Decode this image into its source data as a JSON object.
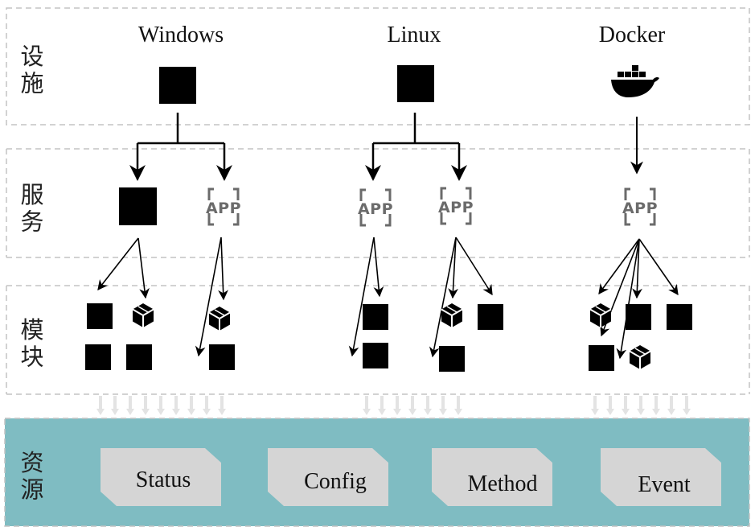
{
  "layers": [
    {
      "label": "设施"
    },
    {
      "label": "服务"
    },
    {
      "label": "模块"
    },
    {
      "label": "资源"
    }
  ],
  "platforms": [
    {
      "title": "Windows"
    },
    {
      "title": "Linux"
    },
    {
      "title": "Docker"
    }
  ],
  "app_icon_text": "APP",
  "resources": [
    {
      "label": "Status"
    },
    {
      "label": "Config"
    },
    {
      "label": "Method"
    },
    {
      "label": "Event"
    }
  ],
  "colors": {
    "resource_band": "#7fbcc2",
    "resource_card": "#d5d5d5",
    "dash": "#bfbfbf",
    "block": "#000000",
    "app_icon": "#6b6b6b",
    "docker": "#000000"
  },
  "icons": {
    "infrastructure": [
      "black-square-icon",
      "black-square-icon",
      "docker-whale-icon"
    ],
    "service": [
      "black-square-icon",
      "app-icon",
      "app-icon",
      "app-icon",
      "app-icon"
    ],
    "module": [
      "black-square-icon",
      "cube-icon"
    ]
  }
}
